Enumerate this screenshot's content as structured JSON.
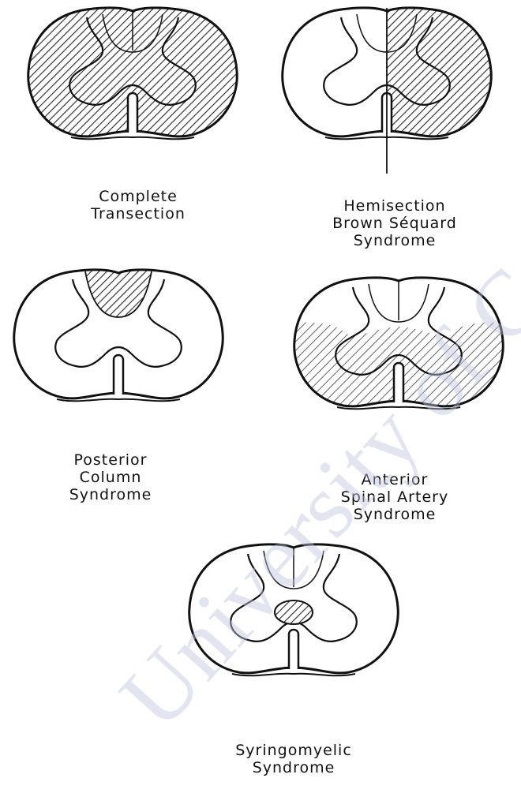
{
  "figure": {
    "panels": [
      {
        "id": "complete",
        "caption_lines": [
          "Complete",
          "Transection"
        ]
      },
      {
        "id": "hemisection",
        "caption_lines": [
          "Hemisection",
          "Brown Séquard",
          "Syndrome"
        ]
      },
      {
        "id": "posterior",
        "caption_lines": [
          "Posterior",
          "Column",
          "Syndrome"
        ]
      },
      {
        "id": "anterior",
        "caption_lines": [
          "Anterior",
          "Spinal Artery",
          "Syndrome"
        ]
      },
      {
        "id": "syringomyelic",
        "caption_lines": [
          "Syringomyelic",
          "Syndrome"
        ]
      }
    ]
  },
  "colors": {
    "ink": "#111111",
    "hatch": "#3a3a3a",
    "paper": "#ffffff",
    "watermark": "#bfc6dd"
  },
  "watermark": {
    "text": "University of Cape Town"
  }
}
